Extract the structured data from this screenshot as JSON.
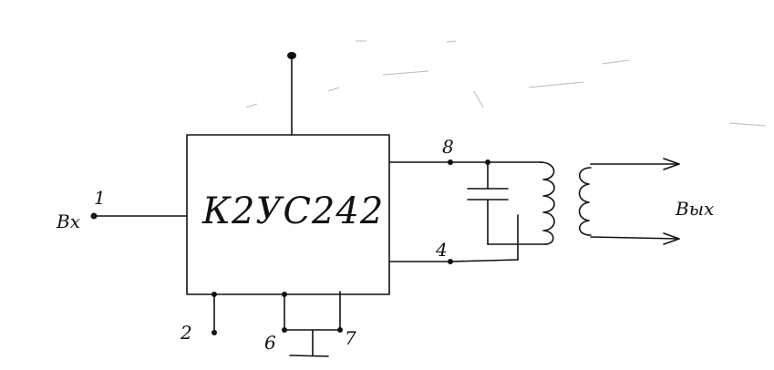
{
  "chip": {
    "name": "К2УС242"
  },
  "pins": {
    "p1": "1",
    "p2": "2",
    "p4": "4",
    "p6": "6",
    "p7": "7",
    "p8": "8"
  },
  "io": {
    "input": "Вх",
    "output": "Вых"
  }
}
